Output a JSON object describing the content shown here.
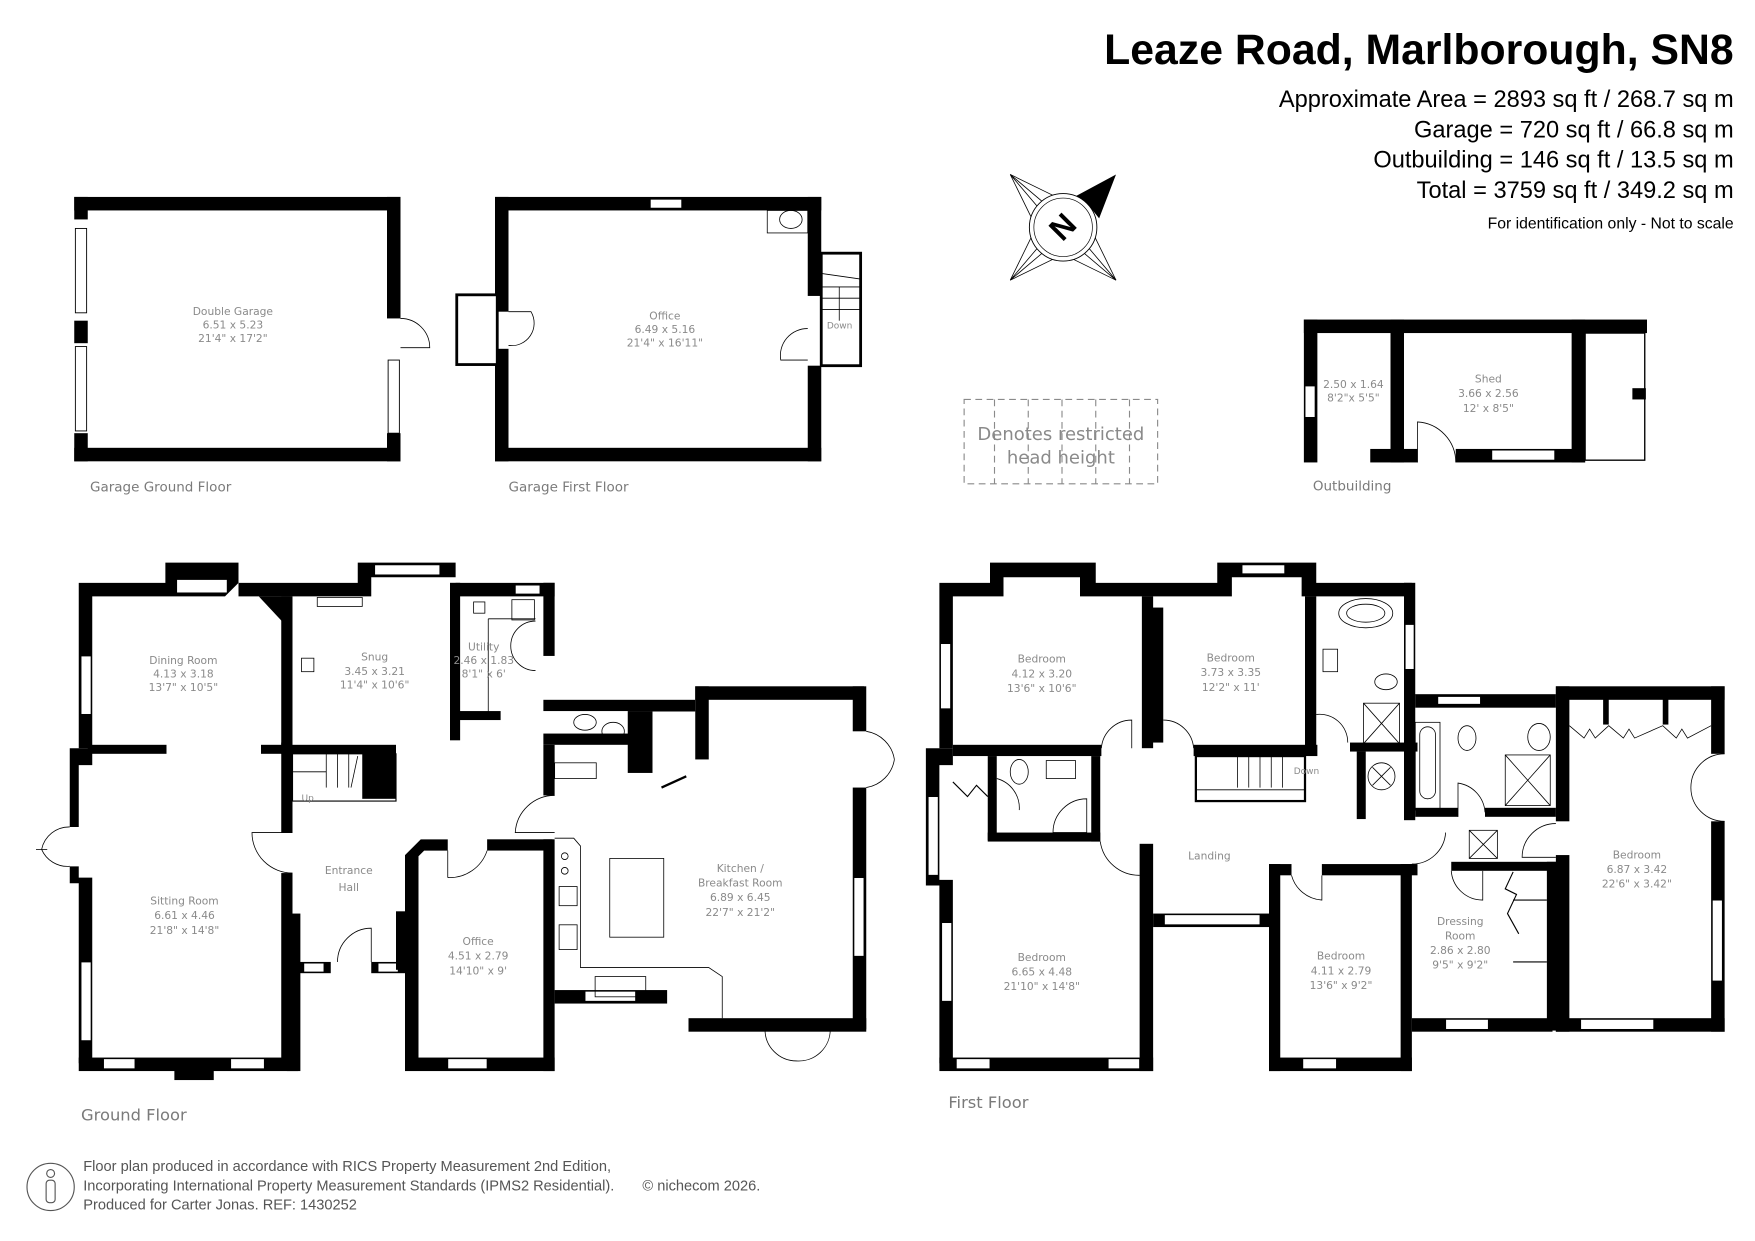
{
  "header": {
    "title": "Leaze Road, Marlborough, SN8",
    "areas": [
      "Approximate Area = 2893 sq ft / 268.7 sq m",
      "Garage = 720 sq ft / 66.8 sq m",
      "Outbuilding = 146 sq ft / 13.5 sq m",
      "Total = 3759 sq ft / 349.2 sq m"
    ],
    "disclaimer": "For identification only - Not to scale"
  },
  "compass": {
    "icon": "compass-north-icon",
    "letter": "N"
  },
  "legend": {
    "restricted_line1": "Denotes restricted",
    "restricted_line2": "head height"
  },
  "garage_ground_floor": {
    "label": "Garage Ground Floor",
    "rooms": [
      {
        "name": "Double Garage",
        "metric": "6.51 x 5.23",
        "imperial": "21'4\" x 17'2\""
      }
    ]
  },
  "garage_first_floor": {
    "label": "Garage First Floor",
    "stairs_label": "Down",
    "rooms": [
      {
        "name": "Office",
        "metric": "6.49 x 5.16",
        "imperial": "21'4\" x 16'11\""
      }
    ]
  },
  "outbuilding": {
    "label": "Outbuilding",
    "rooms": [
      {
        "name": "",
        "metric": "2.50 x 1.64",
        "imperial": "8'2\"x 5'5\""
      },
      {
        "name": "Shed",
        "metric": "3.66 x 2.56",
        "imperial": "12' x 8'5\""
      }
    ]
  },
  "ground_floor": {
    "label": "Ground Floor",
    "stairs_label": "Up",
    "rooms": [
      {
        "name": "Dining Room",
        "metric": "4.13 x 3.18",
        "imperial": "13'7\" x 10'5\""
      },
      {
        "name": "Snug",
        "metric": "3.45 x 3.21",
        "imperial": "11'4\" x 10'6\""
      },
      {
        "name": "Utility",
        "metric": "2.46 x 1.83",
        "imperial": "8'1\" x 6'"
      },
      {
        "name": "Sitting Room",
        "metric": "6.61 x 4.46",
        "imperial": "21'8\"  x 14'8\""
      },
      {
        "name": "Entrance",
        "name2": "Hall"
      },
      {
        "name": "Office",
        "metric": "4.51 x 2.79",
        "imperial": "14'10\" x 9'"
      },
      {
        "name": "Kitchen /",
        "name2": "Breakfast Room",
        "metric": "6.89 x 6.45",
        "imperial": "22'7\" x 21'2\""
      }
    ]
  },
  "first_floor": {
    "label": "First Floor",
    "stairs_label": "Down",
    "rooms": [
      {
        "name": "Bedroom",
        "metric": "4.12 x 3.20",
        "imperial": "13'6\" x 10'6\""
      },
      {
        "name": "Bedroom",
        "metric": "3.73 x 3.35",
        "imperial": "12'2\" x 11'"
      },
      {
        "name": "Bedroom",
        "metric": "6.65 x 4.48",
        "imperial": "21'10\" x 14'8\""
      },
      {
        "name": "Landing"
      },
      {
        "name": "Bedroom",
        "metric": "4.11 x 2.79",
        "imperial": "13'6\" x 9'2\""
      },
      {
        "name": "Dressing",
        "name2": "Room",
        "metric": "2.86 x 2.80",
        "imperial": "9'5\" x 9'2\""
      },
      {
        "name": "Bedroom",
        "metric": "6.87 x 3.42",
        "imperial": "22'6\" x 3.42\""
      }
    ]
  },
  "footer": {
    "line1": "Floor plan produced in accordance with RICS Property Measurement 2nd Edition,",
    "line2": "Incorporating International Property Measurement Standards (IPMS2 Residential).",
    "copyright": "© nichecom 2026.",
    "line3": "Produced for Carter Jonas.   REF: 1430252",
    "icon": "person-icon"
  }
}
